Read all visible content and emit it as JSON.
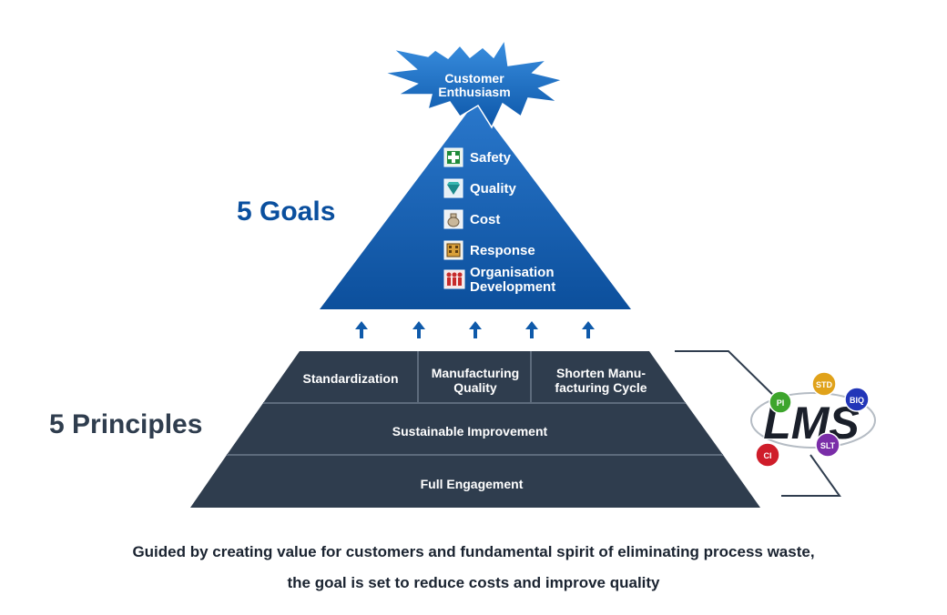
{
  "apex": {
    "line1": "Customer",
    "line2": "Enthusiasm"
  },
  "goals": {
    "title": "5 Goals",
    "items": [
      {
        "label": "Safety",
        "icon": "safety-cross-icon"
      },
      {
        "label": "Quality",
        "icon": "quality-gem-icon"
      },
      {
        "label": "Cost",
        "icon": "cost-moneybag-icon"
      },
      {
        "label": "Response",
        "icon": "response-building-icon"
      },
      {
        "label": "Organisation",
        "label2": "Development",
        "icon": "organisation-people-icon"
      }
    ]
  },
  "principles": {
    "title": "5 Principles",
    "top_row": [
      {
        "line1": "Standardization",
        "line2": ""
      },
      {
        "line1": "Manufacturing",
        "line2": "Quality"
      },
      {
        "line1": "Shorten Manu-",
        "line2": "facturing Cycle"
      }
    ],
    "middle": "Sustainable Improvement",
    "bottom": "Full Engagement"
  },
  "lms": {
    "logo_text": "LMS",
    "badges": [
      {
        "text": "STD",
        "color": "#e0a21a"
      },
      {
        "text": "BIQ",
        "color": "#2236b8"
      },
      {
        "text": "SLT",
        "color": "#7a2da8"
      },
      {
        "text": "CI",
        "color": "#cf1d2a"
      },
      {
        "text": "PI",
        "color": "#3da52c"
      }
    ]
  },
  "caption": {
    "line1": "Guided by creating value for customers and fundamental spirit of eliminating process waste,",
    "line2": "the goal is set to reduce costs and improve quality"
  },
  "colors": {
    "goal_blue": "#0f5aaa",
    "principle_navy": "#2f3d4e",
    "arrow_blue": "#0f5aaa"
  }
}
